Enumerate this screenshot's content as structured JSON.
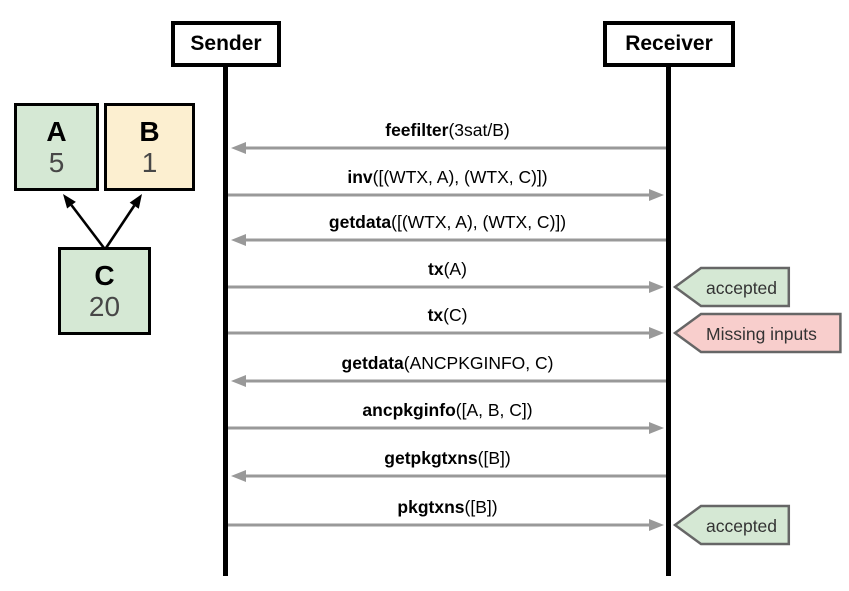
{
  "left_graph": {
    "nodes": [
      {
        "id": "A",
        "label": "A",
        "value": "5",
        "fill": "#d5e8d4"
      },
      {
        "id": "B",
        "label": "B",
        "value": "1",
        "fill": "#fcefd0"
      },
      {
        "id": "C",
        "label": "C",
        "value": "20",
        "fill": "#d5e8d4"
      }
    ],
    "edges": [
      {
        "from": "C",
        "to": "A"
      },
      {
        "from": "C",
        "to": "B"
      }
    ]
  },
  "sequence": {
    "actors": [
      {
        "id": "sender",
        "name": "Sender"
      },
      {
        "id": "receiver",
        "name": "Receiver"
      }
    ],
    "messages": [
      {
        "name": "feefilter",
        "args": "(3sat/B)",
        "from": "receiver",
        "to": "sender"
      },
      {
        "name": "inv",
        "args": "([(WTX, A), (WTX, C)])",
        "from": "sender",
        "to": "receiver"
      },
      {
        "name": "getdata",
        "args": "([(WTX, A), (WTX, C)])",
        "from": "receiver",
        "to": "sender"
      },
      {
        "name": "tx",
        "args": "(A)",
        "from": "sender",
        "to": "receiver",
        "annotation": {
          "label": "accepted",
          "type": "success"
        }
      },
      {
        "name": "tx",
        "args": "(C)",
        "from": "sender",
        "to": "receiver",
        "annotation": {
          "label": "Missing inputs",
          "type": "error"
        }
      },
      {
        "name": "getdata",
        "args": "(ANCPKGINFO, C)",
        "from": "receiver",
        "to": "sender"
      },
      {
        "name": "ancpkginfo",
        "args": "([A, B, C])",
        "from": "sender",
        "to": "receiver"
      },
      {
        "name": "getpkgtxns",
        "args": "([B])",
        "from": "receiver",
        "to": "sender"
      },
      {
        "name": "pkgtxns",
        "args": "([B])",
        "from": "sender",
        "to": "receiver",
        "annotation": {
          "label": "accepted",
          "type": "success"
        }
      }
    ]
  },
  "colors": {
    "success_fill": "#d5e8d4",
    "error_fill": "#f8cecc",
    "tag_border": "#666666",
    "arrow_gray": "#999999",
    "edge_black": "#000000"
  }
}
